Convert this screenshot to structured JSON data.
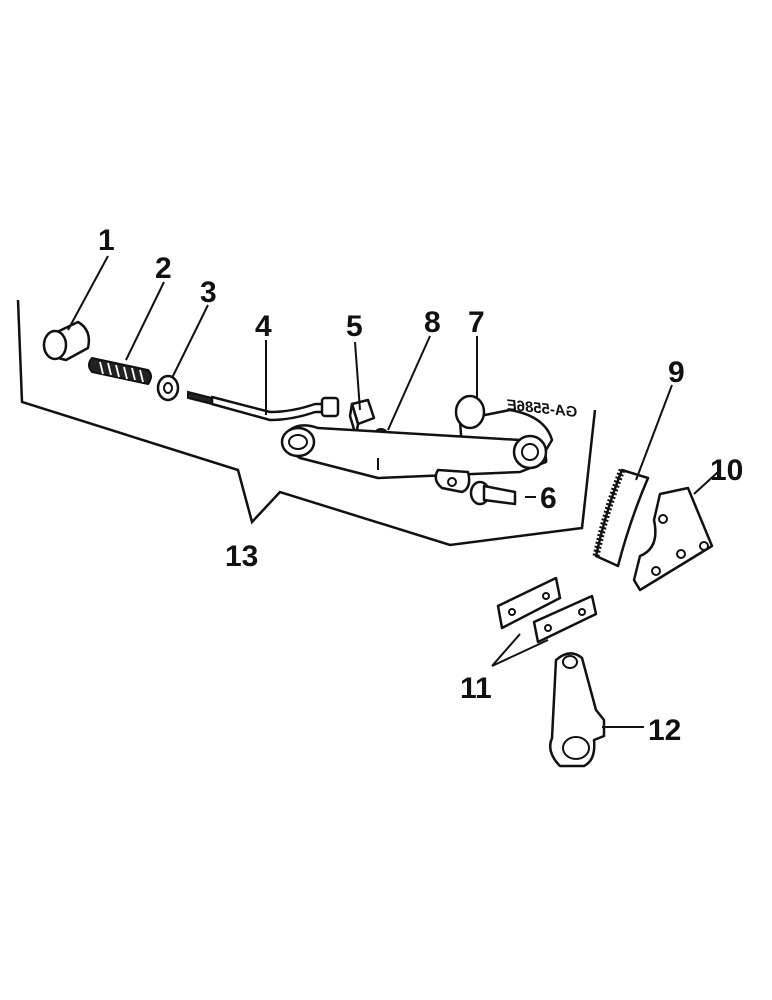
{
  "drawing": {
    "code": "GA-5586E",
    "callouts": {
      "c1": "1",
      "c2": "2",
      "c3": "3",
      "c4": "4",
      "c5": "5",
      "c6": "6",
      "c7": "7",
      "c8": "8",
      "c9": "9",
      "c10": "10",
      "c11": "11",
      "c12": "12",
      "c13": "13"
    }
  }
}
